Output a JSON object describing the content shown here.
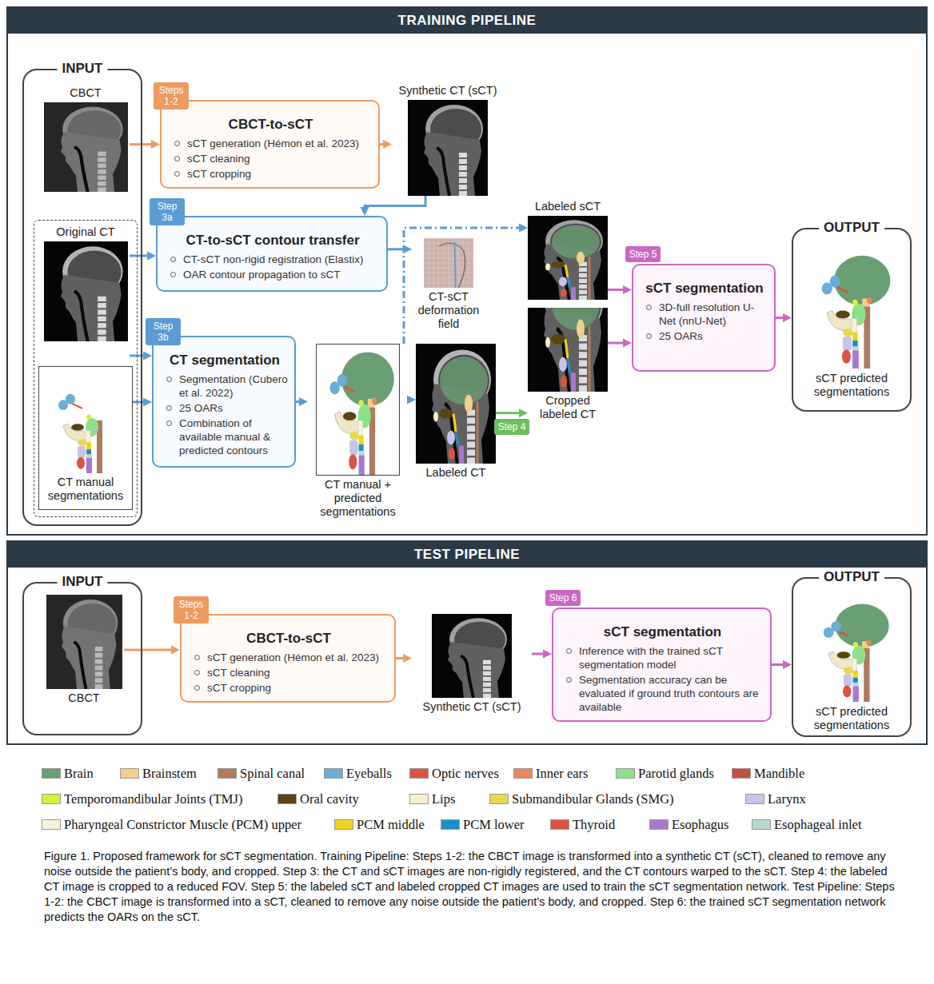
{
  "diagram": {
    "caption": "Figure 1. Proposed framework for sCT segmentation. Training Pipeline: Steps 1-2: the CBCT image is transformed into a synthetic CT (sCT), cleaned to remove any noise outside the patient’s body, and cropped. Step 3: the CT and sCT images are non-rigidly registered, and the CT contours warped to the sCT. Step 4: the labeled CT image is cropped to a reduced FOV. Step 5: the labeled sCT and labeled cropped CT images are used to train the sCT segmentation network. Test Pipeline: Steps 1-2: the CBCT image is transformed into a sCT, cleaned to remove any noise outside the patient’s body, and cropped. Step 6: the trained sCT segmentation network predicts the OARs on the sCT.",
    "nodes": [
      {
        "text": [
          "TRAINING PIPELINE"
        ]
      },
      {
        "text": [
          "INPUT"
        ],
        "in": 0
      },
      {
        "text": [
          "CBCT"
        ],
        "in": 1
      },
      {
        "text": [
          "Original CT"
        ],
        "in": 1
      },
      {
        "text": [
          "CT manual segmentations"
        ],
        "in": 1
      },
      {
        "text": [
          "Steps 1-2",
          "CBCT-to-sCT",
          "sCT generation (Hémon et al. 2023)",
          "sCT cleaning",
          "sCT cropping"
        ],
        "in": 0
      },
      {
        "text": [
          "Synthetic CT (sCT)"
        ],
        "in": 0
      },
      {
        "text": [
          "Step 3a",
          "CT-to-sCT contour transfer",
          "CT-sCT non-rigid registration (Elastix)",
          "OAR contour propagation to sCT"
        ],
        "in": 0
      },
      {
        "text": [
          "CT-sCT deformation field"
        ],
        "in": 0
      },
      {
        "text": [
          "Step 3b",
          "CT segmentation",
          "Segmentation (Cubero et al. 2022)",
          "25 OARs",
          "Combination of available manual & predicted contours"
        ],
        "in": 0
      },
      {
        "text": [
          "CT manual + predicted segmentations"
        ],
        "in": 0
      },
      {
        "text": [
          "Labeled sCT"
        ],
        "in": 0
      },
      {
        "text": [
          "Labeled CT"
        ],
        "in": 0
      },
      {
        "text": [
          "Cropped labeled CT"
        ],
        "in": 0
      },
      {
        "text": [
          "Step 5",
          "sCT segmentation",
          "3D-full resolution U-Net (nnU-Net)",
          "25 OARs"
        ],
        "in": 0
      },
      {
        "text": [
          "OUTPUT",
          "sCT predicted segmentations"
        ],
        "in": 0
      },
      {
        "text": [
          "TEST PIPELINE"
        ]
      },
      {
        "text": [
          "INPUT"
        ],
        "in": 16
      },
      {
        "text": [
          "CBCT"
        ],
        "in": 17
      },
      {
        "text": [
          "Steps 1-2",
          "CBCT-to-sCT",
          "sCT generation (Hémon et al. 2023)",
          "sCT cleaning",
          "sCT cropping"
        ],
        "in": 16
      },
      {
        "text": [
          "Synthetic CT (sCT)"
        ],
        "in": 16
      },
      {
        "text": [
          "Step 6",
          "sCT segmentation",
          "Inference with the trained sCT segmentation model",
          "Segmentation accuracy can be evaluated if ground truth contours are available"
        ],
        "in": 16
      },
      {
        "text": [
          "OUTPUT",
          "sCT predicted segmentations"
        ],
        "in": 16
      }
    ],
    "edges": [
      {
        "from": 2,
        "to": 5,
        "arrow": "to"
      },
      {
        "from": 5,
        "to": 6,
        "arrow": "to"
      },
      {
        "from": 6,
        "to": 7,
        "arrow": "to"
      },
      {
        "from": 3,
        "to": 7,
        "arrow": "to"
      },
      {
        "from": 3,
        "to": 9,
        "arrow": "to"
      },
      {
        "from": 4,
        "to": 9,
        "arrow": "to"
      },
      {
        "from": 7,
        "to": 8,
        "arrow": "to"
      },
      {
        "from": 9,
        "to": 10,
        "arrow": "to"
      },
      {
        "from": 10,
        "to": 12,
        "arrow": "to"
      },
      {
        "from": 10,
        "to": 11,
        "arrow": "to"
      },
      {
        "from": 12,
        "to": 13,
        "label": "Step 4",
        "arrow": "to"
      },
      {
        "from": 11,
        "to": 14,
        "arrow": "to"
      },
      {
        "from": 13,
        "to": 14,
        "arrow": "to"
      },
      {
        "from": 14,
        "to": 15,
        "arrow": "to"
      },
      {
        "from": 18,
        "to": 19,
        "arrow": "to"
      },
      {
        "from": 19,
        "to": 20,
        "arrow": "to"
      },
      {
        "from": 20,
        "to": 21,
        "arrow": "to"
      },
      {
        "from": 21,
        "to": 22,
        "arrow": "to"
      }
    ],
    "legend": [
      {
        "text": "Brain",
        "color": "#6a9e73"
      },
      {
        "text": "Brainstem",
        "color": "#f0d08a"
      },
      {
        "text": "Spinal canal",
        "color": "#b07a5e"
      },
      {
        "text": "Eyeballs",
        "color": "#6aaed6"
      },
      {
        "text": "Optic nerves",
        "color": "#d9553f"
      },
      {
        "text": "Inner ears",
        "color": "#e8875a"
      },
      {
        "text": "Parotid glands",
        "color": "#8fe08a"
      },
      {
        "text": "Mandible",
        "color": "#c0533f"
      },
      {
        "text": "Temporomandibular Joints (TMJ)",
        "color": "#d7f03a"
      },
      {
        "text": "Oral cavity",
        "color": "#5a4410"
      },
      {
        "text": "Lips",
        "color": "#f7f0d0"
      },
      {
        "text": "Submandibular Glands (SMG)",
        "color": "#e8d84a"
      },
      {
        "text": "Larynx",
        "color": "#c9c3e8"
      },
      {
        "text": "Pharyngeal Constrictor Muscle (PCM) upper",
        "color": "#f8f3d8"
      },
      {
        "text": "PCM middle",
        "color": "#f2d21a"
      },
      {
        "text": "PCM lower",
        "color": "#1d8fc8"
      },
      {
        "text": "Thyroid",
        "color": "#d9553f"
      },
      {
        "text": "Esophagus",
        "color": "#a878d0"
      },
      {
        "text": "Esophageal inlet",
        "color": "#b8d8d0"
      }
    ]
  }
}
